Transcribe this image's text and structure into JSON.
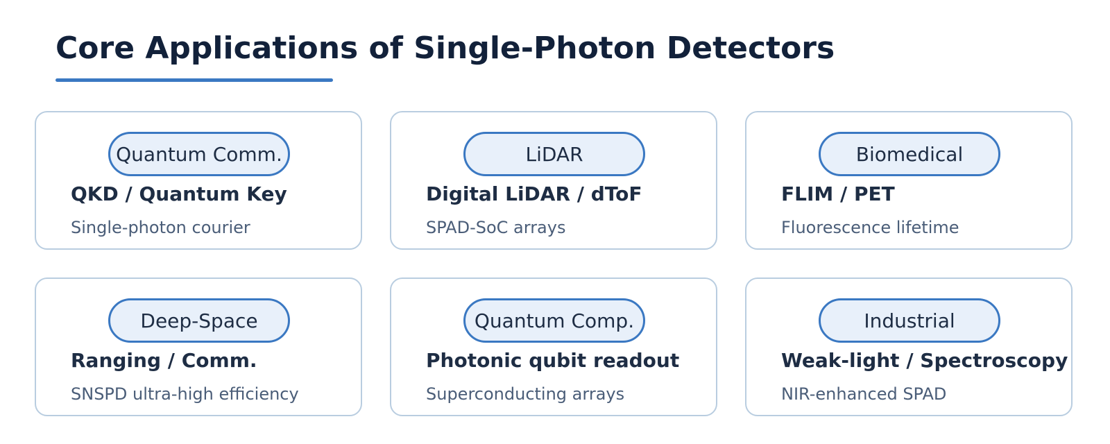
{
  "page": {
    "title": "Core Applications of Single-Photon Detectors",
    "accent_color": "#3a78c2"
  },
  "cards": [
    {
      "badge": "Quantum Comm.",
      "heading": "QKD / Quantum Key",
      "subtext": "Single-photon courier"
    },
    {
      "badge": "LiDAR",
      "heading": "Digital LiDAR / dToF",
      "subtext": "SPAD-SoC arrays"
    },
    {
      "badge": "Biomedical",
      "heading": "FLIM / PET",
      "subtext": "Fluorescence lifetime"
    },
    {
      "badge": "Deep-Space",
      "heading": "Ranging / Comm.",
      "subtext": "SNSPD ultra-high efficiency"
    },
    {
      "badge": "Quantum Comp.",
      "heading": "Photonic qubit readout",
      "subtext": "Superconducting arrays"
    },
    {
      "badge": "Industrial",
      "heading": "Weak-light / Spectroscopy",
      "subtext": "NIR-enhanced SPAD"
    }
  ]
}
